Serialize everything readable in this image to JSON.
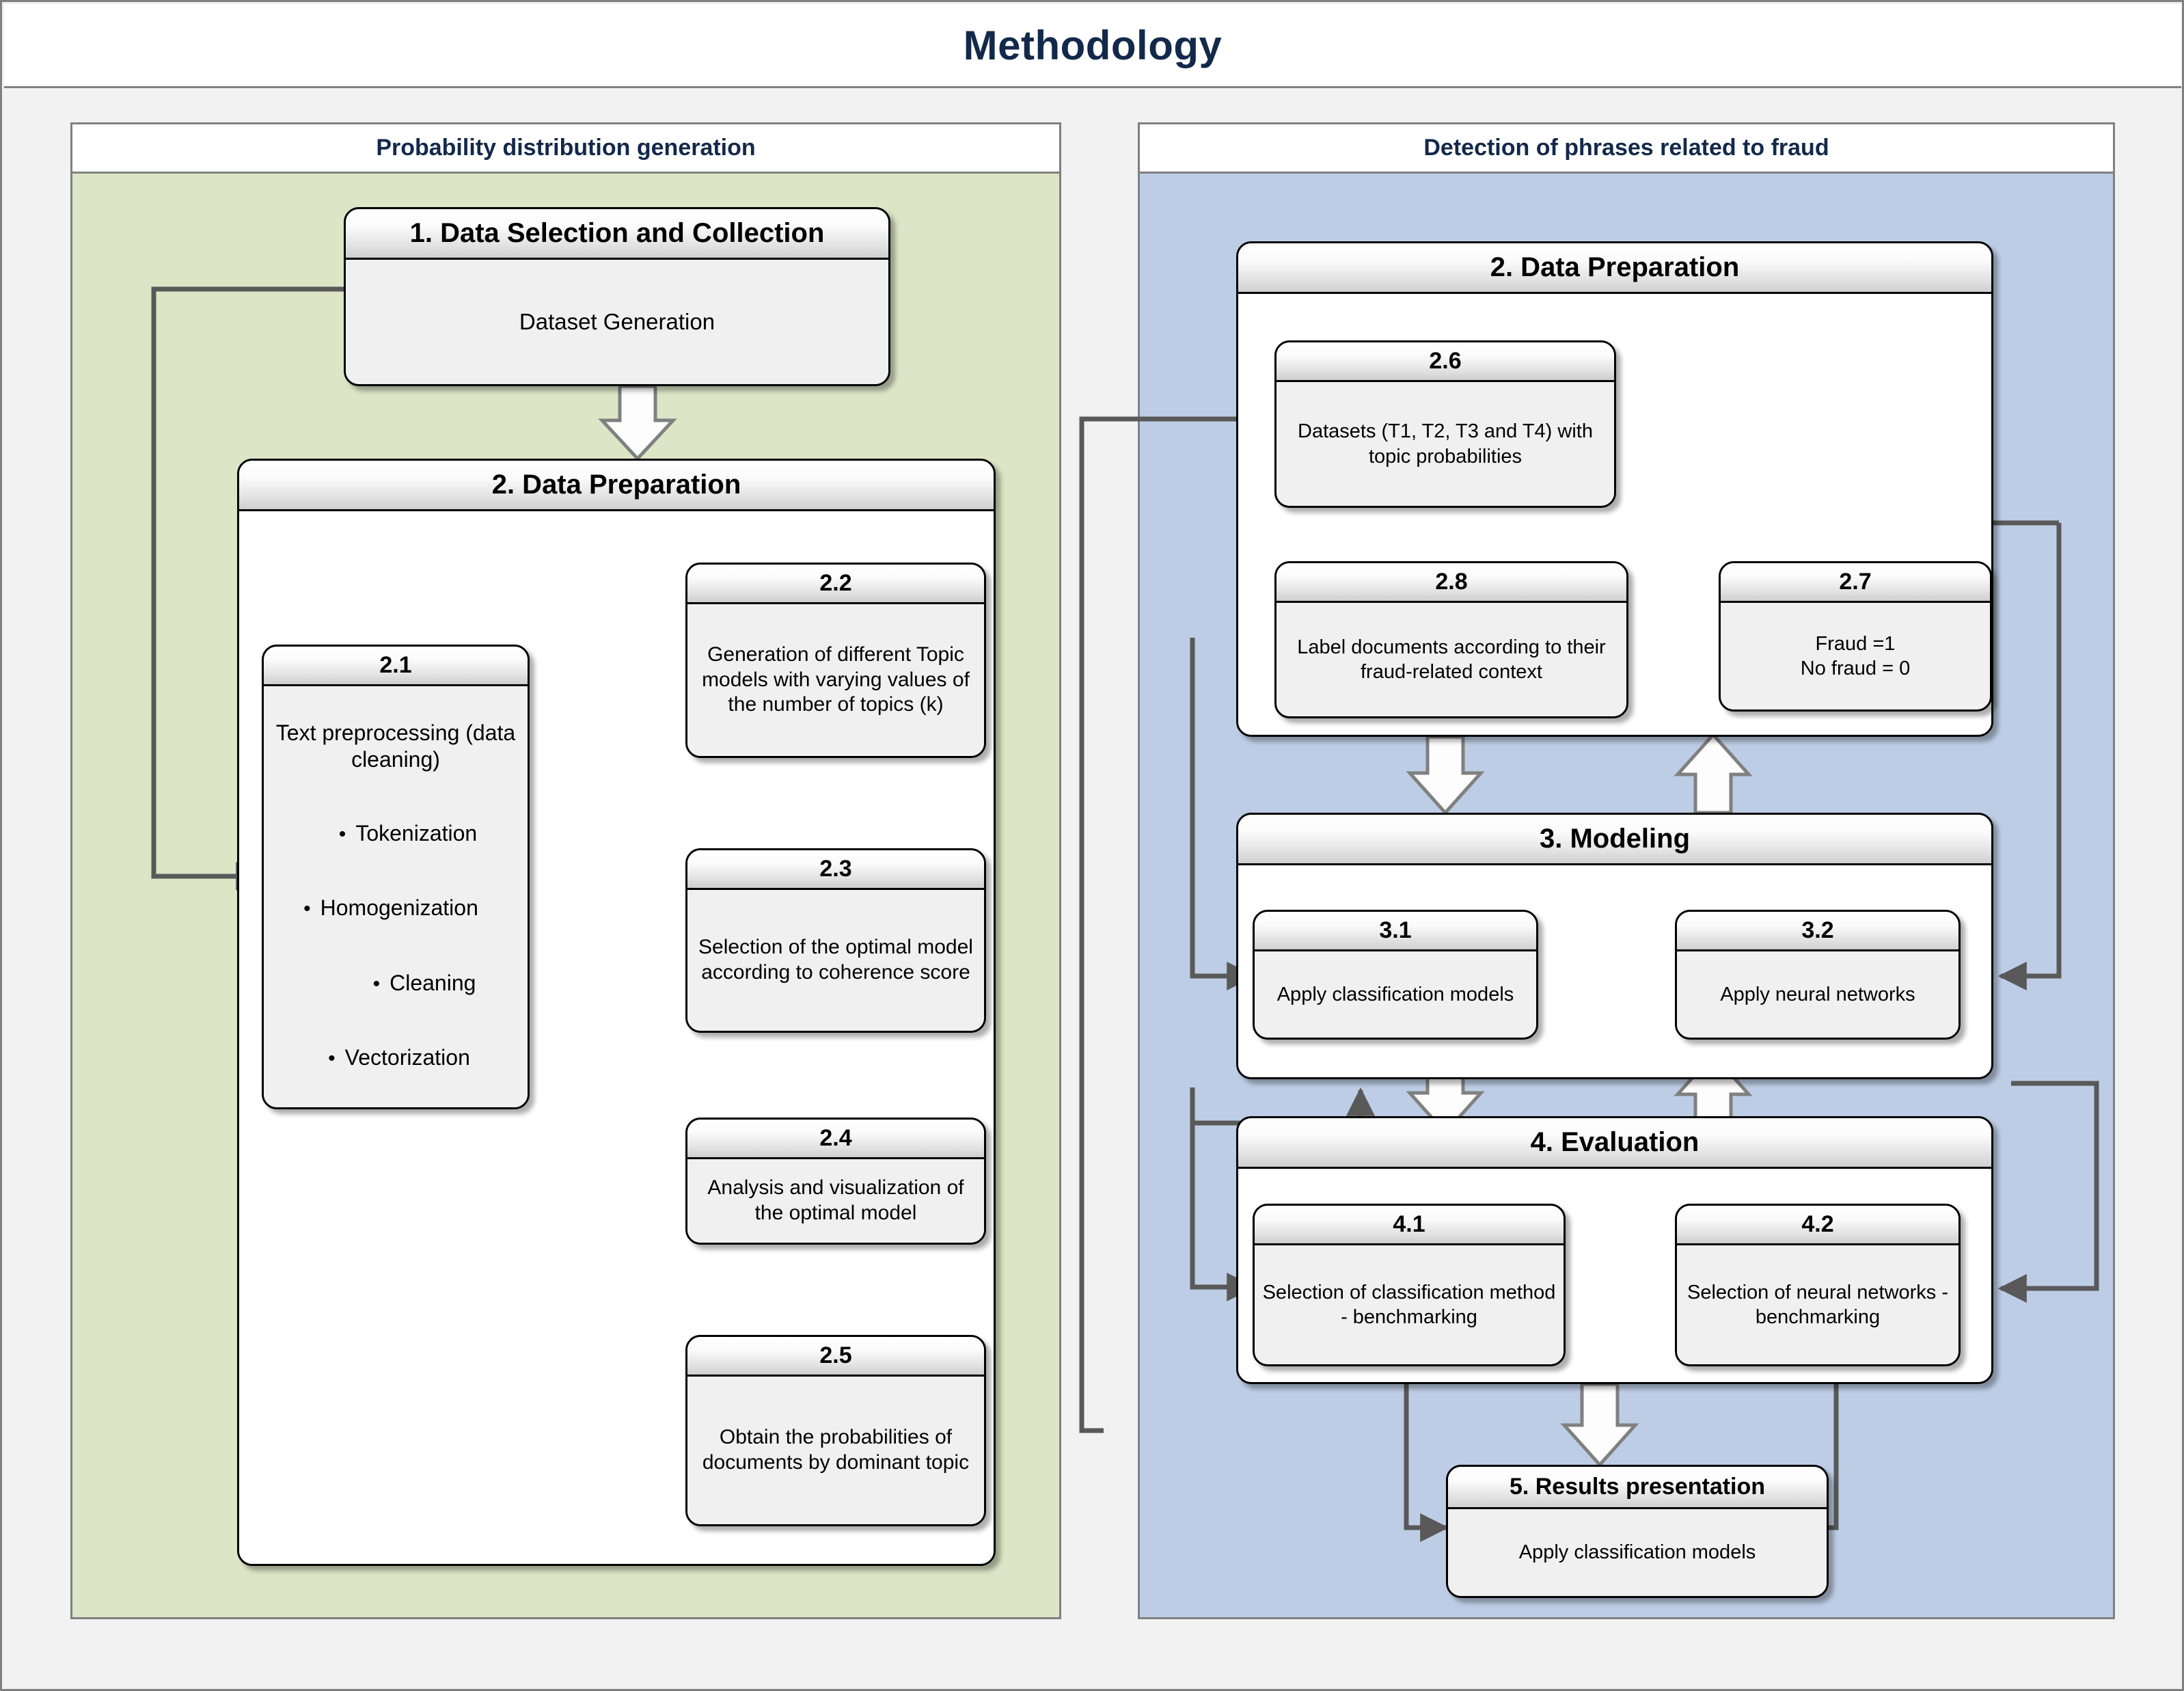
{
  "title": "Methodology",
  "panels": {
    "left": {
      "heading": "Probability distribution generation"
    },
    "right": {
      "heading": "Detection of phrases related to fraud"
    }
  },
  "colors": {
    "left_panel_bg": "#dde5c6",
    "right_panel_bg": "#bdcde5",
    "page_bg": "#f2f2f2",
    "panel_border": "#808080",
    "title_text": "#13294b",
    "node_border": "#000000",
    "node_body": "#f0f0f0",
    "connector": "#595959"
  },
  "nodes": {
    "n1": {
      "header": "1. Data Selection and Collection",
      "body": "Dataset Generation"
    },
    "n2L": {
      "header": "2. Data Preparation"
    },
    "n21": {
      "header": "2.1",
      "lead": "Text preprocessing (data cleaning)",
      "bullets": [
        "Tokenization",
        "Homogenization",
        "Cleaning",
        "Vectorization"
      ]
    },
    "n22": {
      "header": "2.2",
      "body": "Generation of different Topic models with varying values of the number of topics (k)"
    },
    "n23": {
      "header": "2.3",
      "body": "Selection of the optimal model according to coherence score"
    },
    "n24": {
      "header": "2.4",
      "body": "Analysis and visualization of the optimal model"
    },
    "n25": {
      "header": "2.5",
      "body": "Obtain the probabilities of documents by dominant topic"
    },
    "n2R": {
      "header": "2. Data Preparation"
    },
    "n26": {
      "header": "2.6",
      "body": "Datasets (T1, T2, T3 and T4) with topic probabilities"
    },
    "n27": {
      "header": "2.7",
      "body": "Fraud =1\nNo fraud = 0"
    },
    "n28": {
      "header": "2.8",
      "body": "Label documents according to their fraud-related context"
    },
    "n3": {
      "header": "3. Modeling"
    },
    "n31": {
      "header": "3.1",
      "body": "Apply classification models"
    },
    "n32": {
      "header": "3.2",
      "body": "Apply neural networks"
    },
    "n4": {
      "header": "4. Evaluation"
    },
    "n41": {
      "header": "4.1",
      "body": "Selection of classification method - benchmarking"
    },
    "n42": {
      "header": "4.2",
      "body": "Selection of neural networks - benchmarking"
    },
    "n5": {
      "header": "5. Results presentation",
      "body": "Apply classification models"
    }
  }
}
